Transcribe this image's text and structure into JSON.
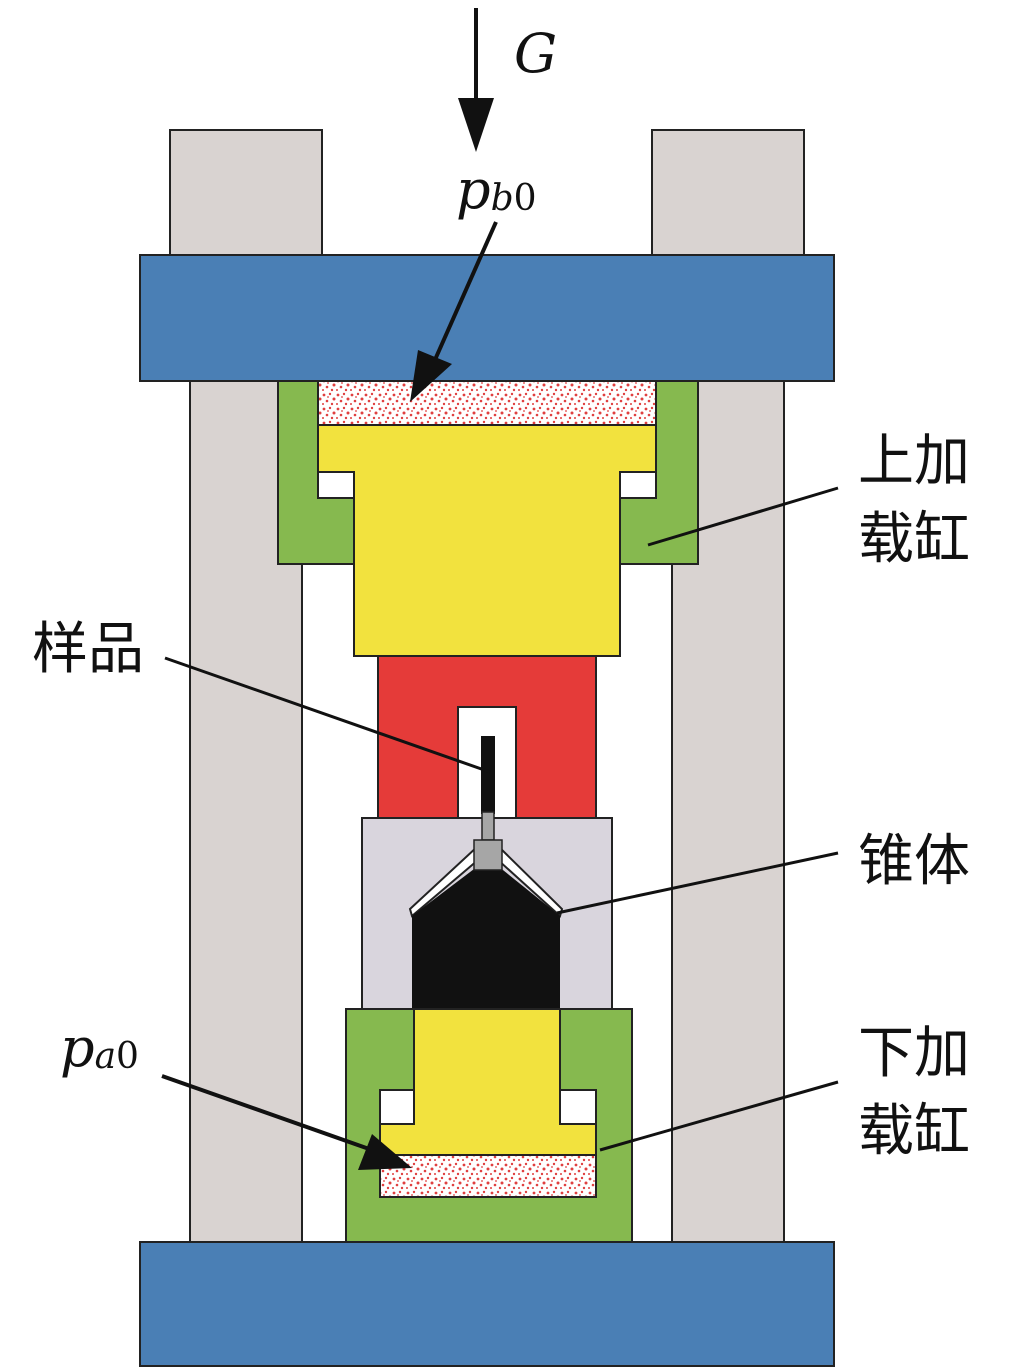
{
  "labels": {
    "load": "G",
    "top_pressure": {
      "symbol": "p",
      "sub": "b",
      "digit": "0"
    },
    "bottom_pressure": {
      "symbol": "p",
      "sub": "a",
      "digit": "0"
    },
    "upper_cylinder": [
      "上加",
      "载缸"
    ],
    "sample": "样品",
    "cone": "锥体",
    "lower_cylinder": [
      "下加",
      "载缸"
    ]
  },
  "colors": {
    "column": "#d9d3d1",
    "plate": "#4a7fb5",
    "cylinder": "#86b94f",
    "piston": "#f2e23e",
    "holder": "#e53b39",
    "body": "#d9d5dd",
    "cone": "#111111",
    "hydraulic_dots": "#e04040"
  }
}
